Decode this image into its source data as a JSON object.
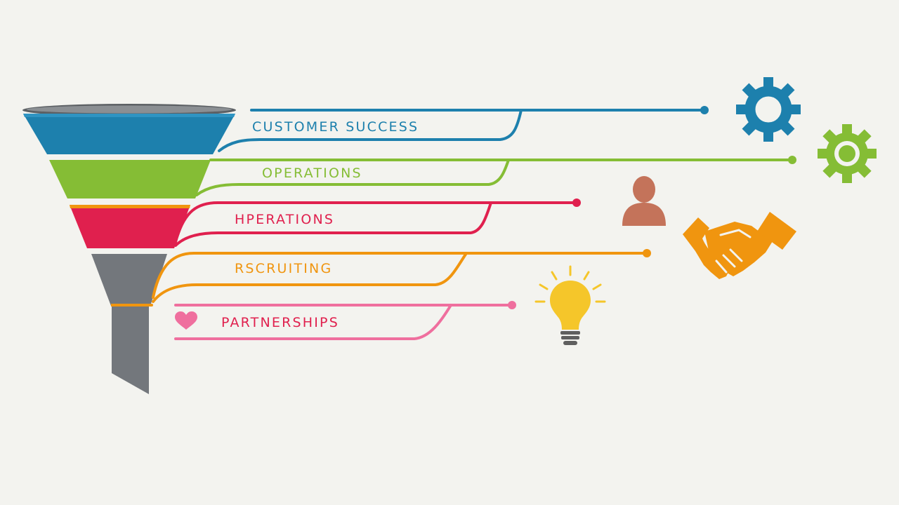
{
  "colors": {
    "background": "#f3f3ef",
    "customer_success": "#1d80ad",
    "operations": "#85bd35",
    "mperations": "#e0204e",
    "recruiting": "#f0950f",
    "partnerships": "#ef6f9e",
    "funnel_gray": "#73777c",
    "funnel_rim": "#5c6064",
    "person": "#c4735a",
    "bulb": "#f5c62a",
    "bulb_base": "#5f5f5f"
  },
  "stages": [
    {
      "label": "CUSTOMER SUCCESS",
      "color_key": "customer_success",
      "icon": "gear-icon"
    },
    {
      "label": "OPERATIONS",
      "color_key": "operations",
      "icon": "gear-icon"
    },
    {
      "label": "HPERATIONS",
      "color_key": "mperations",
      "icon": "person-icon"
    },
    {
      "label": "RSCRUITING",
      "color_key": "recruiting",
      "icon": "handshake-icon"
    },
    {
      "label": "PARTNERSHIPS",
      "color_key": "partnerships",
      "icon": "lightbulb-icon",
      "marker": "heart-icon"
    }
  ]
}
